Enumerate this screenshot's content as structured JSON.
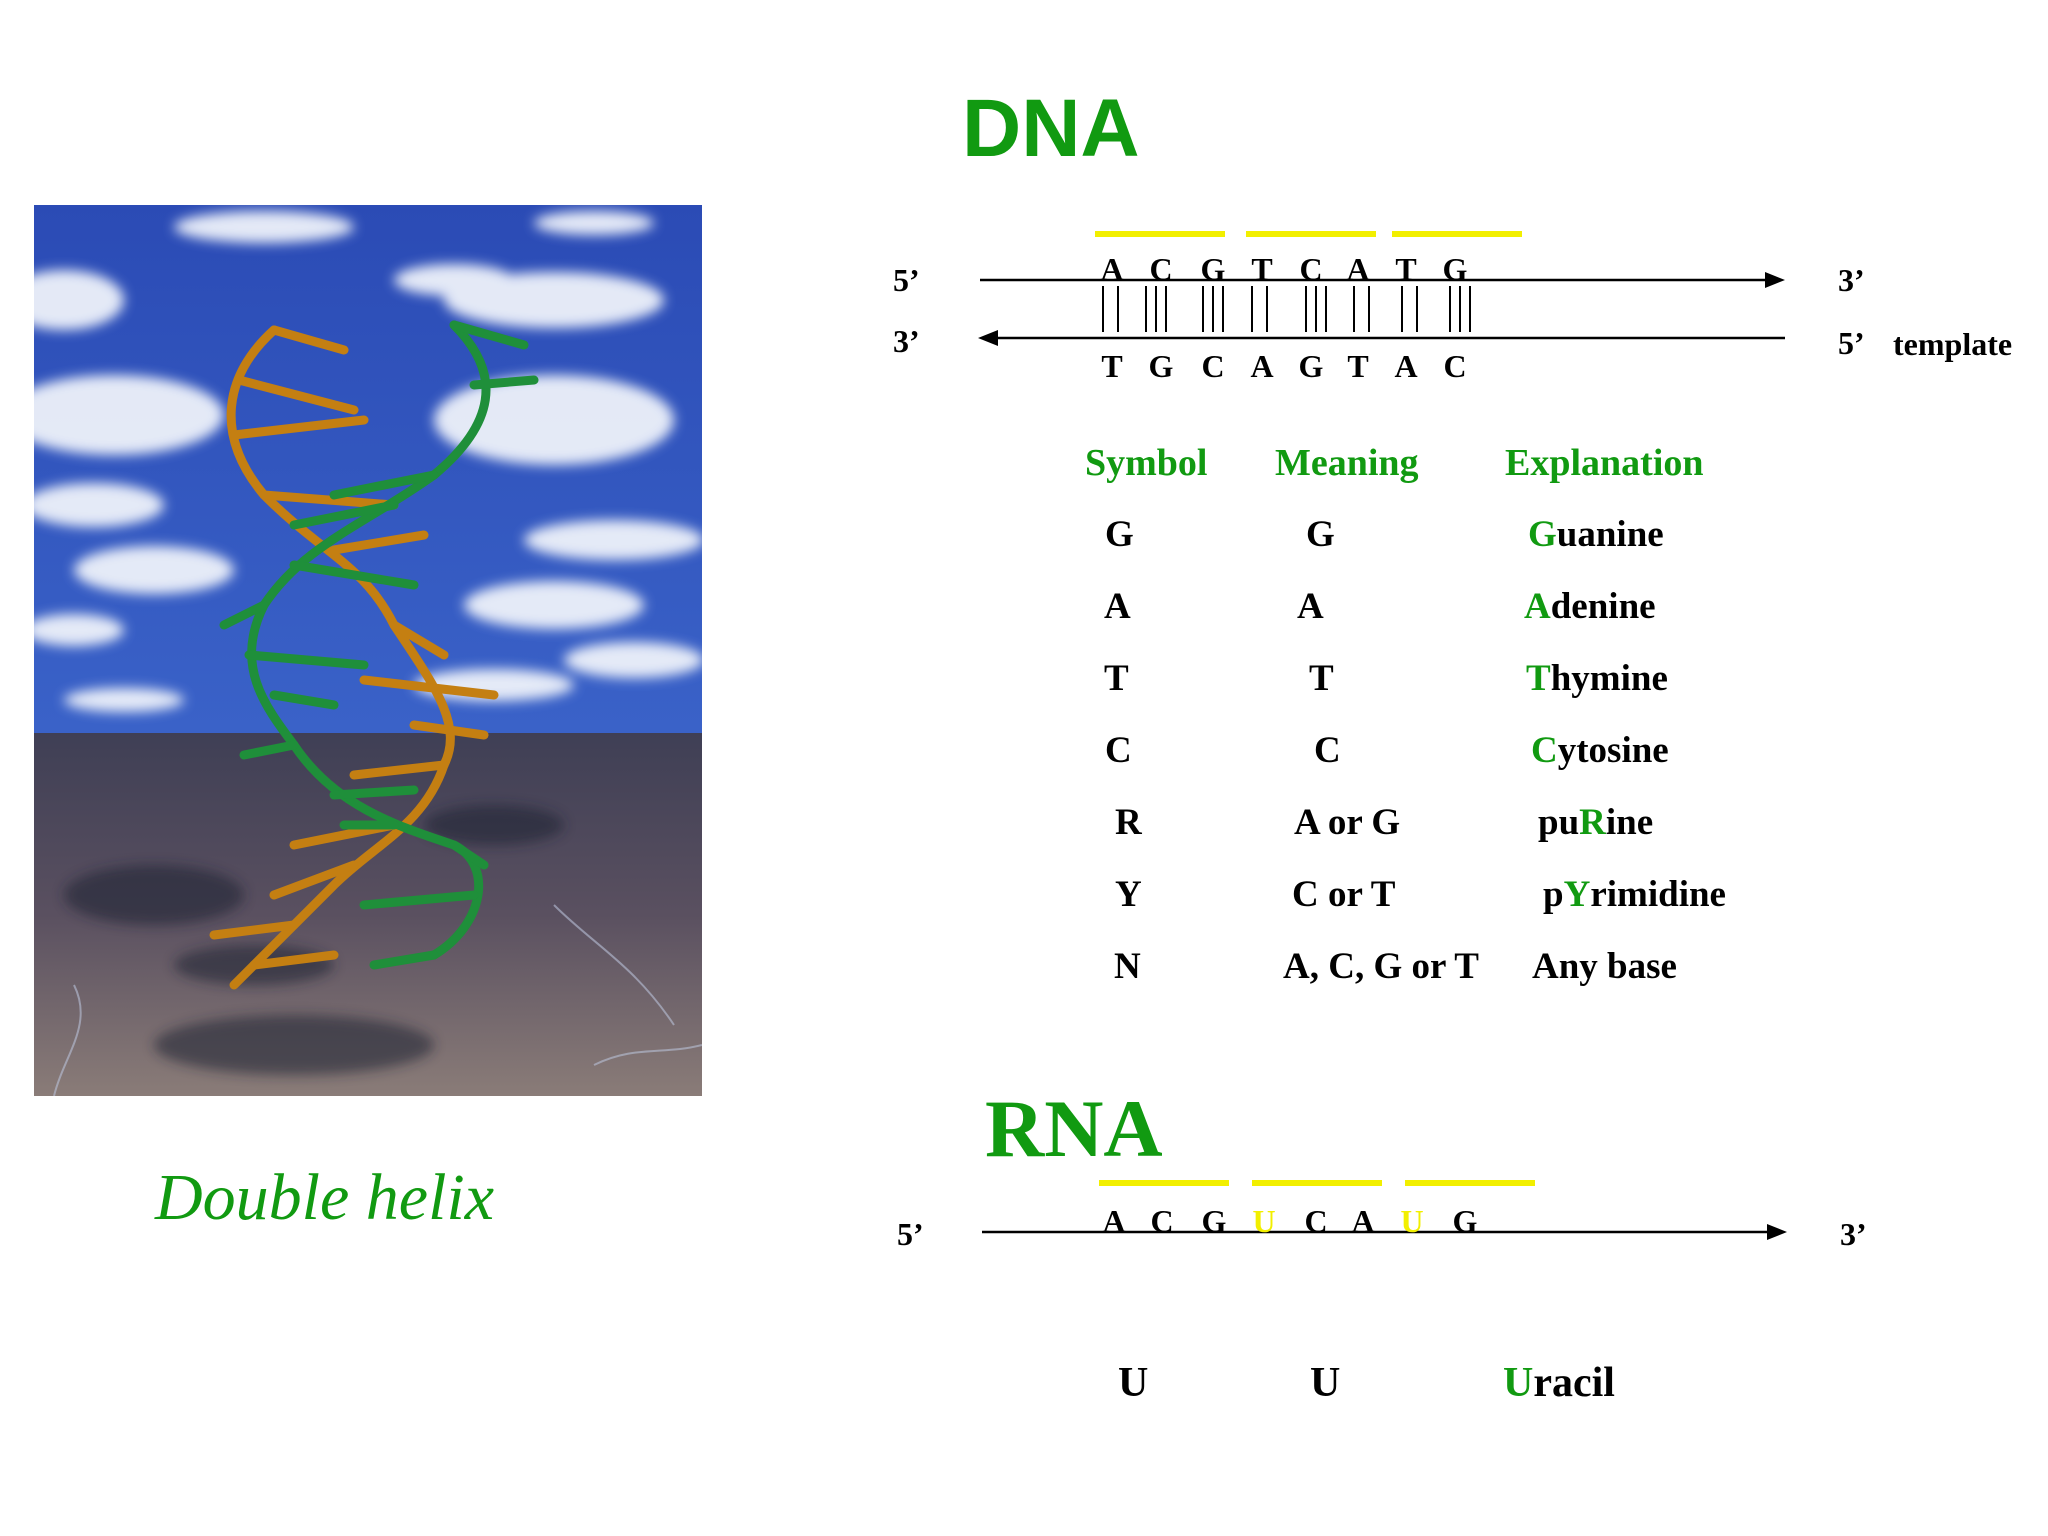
{
  "caption": "Double helix",
  "dna": {
    "title": "DNA",
    "top_strand": {
      "left_end": "5’",
      "right_end": "3’",
      "bases": [
        "A",
        "C",
        "G",
        "T",
        "C",
        "A",
        "T",
        "G"
      ]
    },
    "bottom_strand": {
      "left_end": "3’",
      "right_end": "5’",
      "right_note": "template",
      "bases": [
        "T",
        "G",
        "C",
        "A",
        "G",
        "T",
        "A",
        "C"
      ]
    }
  },
  "table": {
    "headers": [
      "Symbol",
      "Meaning",
      "Explanation"
    ],
    "rows": [
      {
        "symbol": "G",
        "meaning": "G",
        "explanation": {
          "pre": "",
          "hl": "G",
          "post": "uanine"
        }
      },
      {
        "symbol": "A",
        "meaning": "A",
        "explanation": {
          "pre": "",
          "hl": "A",
          "post": "denine"
        }
      },
      {
        "symbol": "T",
        "meaning": "T",
        "explanation": {
          "pre": "",
          "hl": "T",
          "post": "hymine"
        }
      },
      {
        "symbol": "C",
        "meaning": "C",
        "explanation": {
          "pre": "",
          "hl": "C",
          "post": "ytosine"
        }
      },
      {
        "symbol": "R",
        "meaning": "A or G",
        "explanation": {
          "pre": "pu",
          "hl": "R",
          "post": "ine"
        }
      },
      {
        "symbol": "Y",
        "meaning": "C or T",
        "explanation": {
          "pre": "p",
          "hl": "Y",
          "post": "rimidine"
        }
      },
      {
        "symbol": "N",
        "meaning": "A, C, G or T",
        "explanation": {
          "pre": "",
          "hl": "",
          "post": "Any base"
        }
      }
    ]
  },
  "rna": {
    "title": "RNA",
    "strand": {
      "left_end": "5’",
      "right_end": "3’",
      "bases": [
        "A",
        "C",
        "G",
        "U",
        "C",
        "A",
        "U",
        "G"
      ],
      "highlighted": [
        false,
        false,
        false,
        true,
        false,
        false,
        true,
        false
      ]
    },
    "uracil_row": {
      "symbol": "U",
      "meaning": "U",
      "explanation": {
        "pre": "",
        "hl": "U",
        "post": "racil"
      }
    }
  },
  "colors": {
    "title_green": "#119a11",
    "codon_bar_yellow": "#f2ef00",
    "strand_orange": "#c47f12",
    "strand_green": "#1f8f3a",
    "sky_blue": "#2f50b8"
  }
}
